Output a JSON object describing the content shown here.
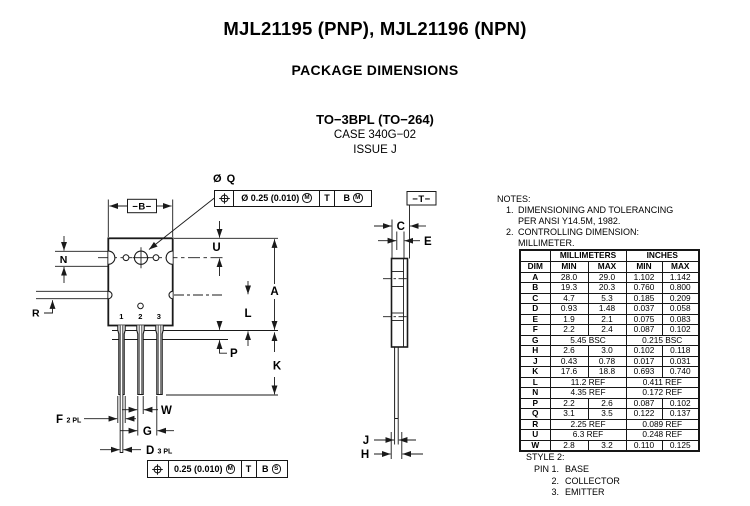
{
  "header": {
    "title": "MJL21195 (PNP), MJL21196 (NPN)",
    "section": "PACKAGE DIMENSIONS",
    "package": "TO−3BPL (TO−264)",
    "case": "CASE 340G−02",
    "issue": "ISSUE J"
  },
  "notes": {
    "heading": "NOTES:",
    "items": [
      {
        "num": "1.",
        "text": "DIMENSIONING AND TOLERANCING PER ANSI Y14.5M, 1982."
      },
      {
        "num": "2.",
        "text": "CONTROLLING DIMENSION: MILLIMETER."
      }
    ]
  },
  "dim_table": {
    "dim_col": "DIM",
    "group_headers": [
      "MILLIMETERS",
      "INCHES"
    ],
    "sub_headers": [
      "MIN",
      "MAX",
      "MIN",
      "MAX"
    ],
    "rows": [
      {
        "dim": "A",
        "cells": [
          "28.0",
          "29.0",
          "1.102",
          "1.142"
        ]
      },
      {
        "dim": "B",
        "cells": [
          "19.3",
          "20.3",
          "0.760",
          "0.800"
        ]
      },
      {
        "dim": "C",
        "cells": [
          "4.7",
          "5.3",
          "0.185",
          "0.209"
        ]
      },
      {
        "dim": "D",
        "cells": [
          "0.93",
          "1.48",
          "0.037",
          "0.058"
        ]
      },
      {
        "dim": "E",
        "cells": [
          "1.9",
          "2.1",
          "0.075",
          "0.083"
        ]
      },
      {
        "dim": "F",
        "cells": [
          "2.2",
          "2.4",
          "0.087",
          "0.102"
        ]
      },
      {
        "dim": "G",
        "cells": [
          "5.45 BSC",
          "0.215 BSC"
        ],
        "merged": true
      },
      {
        "dim": "H",
        "cells": [
          "2.6",
          "3.0",
          "0.102",
          "0.118"
        ]
      },
      {
        "dim": "J",
        "cells": [
          "0.43",
          "0.78",
          "0.017",
          "0.031"
        ]
      },
      {
        "dim": "K",
        "cells": [
          "17.6",
          "18.8",
          "0.693",
          "0.740"
        ]
      },
      {
        "dim": "L",
        "cells": [
          "11.2 REF",
          "0.411 REF"
        ],
        "merged": true
      },
      {
        "dim": "N",
        "cells": [
          "4.35 REF",
          "0.172 REF"
        ],
        "merged": true
      },
      {
        "dim": "P",
        "cells": [
          "2.2",
          "2.6",
          "0.087",
          "0.102"
        ]
      },
      {
        "dim": "Q",
        "cells": [
          "3.1",
          "3.5",
          "0.122",
          "0.137"
        ]
      },
      {
        "dim": "R",
        "cells": [
          "2.25 REF",
          "0.089 REF"
        ],
        "merged": true
      },
      {
        "dim": "U",
        "cells": [
          "6.3 REF",
          "0.248 REF"
        ],
        "merged": true
      },
      {
        "dim": "W",
        "cells": [
          "2.8",
          "3.2",
          "0.110",
          "0.125"
        ]
      }
    ]
  },
  "style_note": {
    "title": "STYLE 2:",
    "pins": [
      {
        "num": "PIN 1.",
        "name": "BASE"
      },
      {
        "num": "2.",
        "name": "COLLECTOR"
      },
      {
        "num": "3.",
        "name": "EMITTER"
      }
    ]
  },
  "drawing": {
    "hole_label": "Ø Q",
    "fcf_top": {
      "tolerance": "Ø 0.25 (0.010)",
      "tol_modifier": "M",
      "datum_primary": "T",
      "datum_secondary": "B",
      "datum_secondary_modifier": "M"
    },
    "fcf_bottom": {
      "tolerance": "0.25 (0.010)",
      "tol_modifier": "M",
      "datum_primary": "T",
      "datum_secondary": "B",
      "datum_secondary_modifier": "S"
    },
    "labels": {
      "B": "−B−",
      "T": "−T−",
      "N": "N",
      "R": "R",
      "U": "U",
      "A": "A",
      "L": "L",
      "P": "P",
      "K": "K",
      "W": "W",
      "F": "F",
      "F_qty": "2 PL",
      "G": "G",
      "D": "D",
      "D_qty": "3 PL",
      "C": "C",
      "E": "E",
      "J": "J",
      "H": "H"
    },
    "pin_numbers": [
      "1",
      "2",
      "3"
    ],
    "icons": [
      "position-tolerance-icon"
    ]
  },
  "colors": {
    "line": "#1a1a1a",
    "text": "#000000",
    "background": "#ffffff"
  }
}
